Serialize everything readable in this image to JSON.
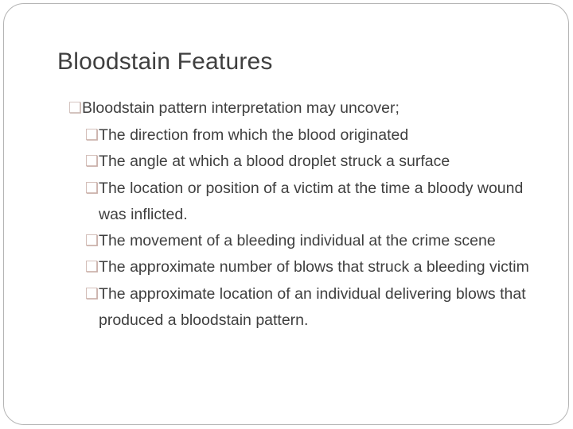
{
  "slide": {
    "title": "Bloodstain Features",
    "bullet_glyph": "❑",
    "colors": {
      "text": "#3f3f3f",
      "bullet": "#c9b5b0",
      "frame": "#b4b4b4",
      "background": "#ffffff"
    },
    "bullets": [
      {
        "level": 1,
        "text": "Bloodstain pattern interpretation may uncover;"
      },
      {
        "level": 2,
        "text": "The direction from which the blood originated"
      },
      {
        "level": 2,
        "text": "The angle at which a blood droplet struck a surface"
      },
      {
        "level": 2,
        "text": "The location or position of a victim at the time a bloody wound was inflicted."
      },
      {
        "level": 2,
        "text": "The movement of a bleeding individual at the crime scene"
      },
      {
        "level": 2,
        "text": "The approximate number of blows that struck a bleeding victim"
      },
      {
        "level": 2,
        "text": "The approximate location of an individual delivering blows that produced a bloodstain pattern."
      }
    ]
  }
}
